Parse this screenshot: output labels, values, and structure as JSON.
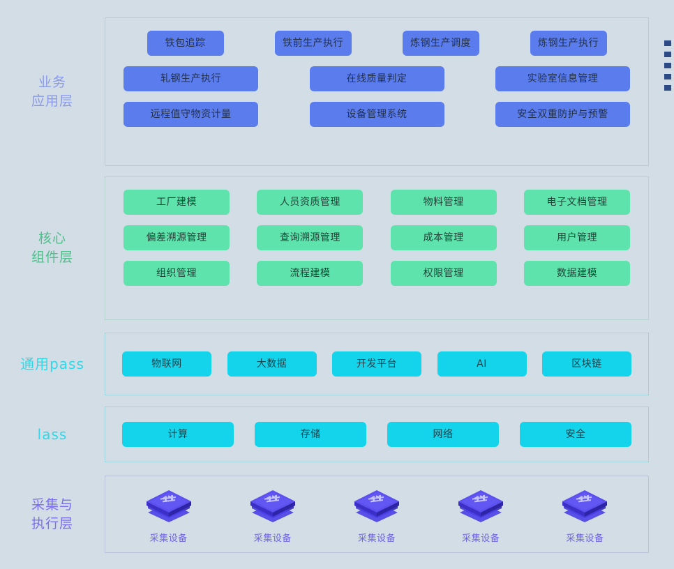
{
  "background_color": "#d3dde5",
  "layers": [
    {
      "id": "business",
      "label": "业务\n应用层",
      "label_color": "#8a9ae8",
      "chip_color": "#5b7ced",
      "rows": [
        [
          "铁包追踪",
          "铁前生产执行",
          "炼钢生产调度",
          "炼钢生产执行"
        ],
        [
          "轧钢生产执行",
          "在线质量判定",
          "实验室信息管理"
        ],
        [
          "远程值守物资计量",
          "设备管理系统",
          "安全双重防护与预警"
        ]
      ]
    },
    {
      "id": "core",
      "label": "核心\n组件层",
      "label_color": "#4cbf8a",
      "chip_color": "#5fe3ad",
      "rows": [
        [
          "工厂建模",
          "人员资质管理",
          "物料管理",
          "电子文档管理"
        ],
        [
          "偏差溯源管理",
          "查询溯源管理",
          "成本管理",
          "用户管理"
        ],
        [
          "组织管理",
          "流程建模",
          "权限管理",
          "数据建模"
        ]
      ]
    },
    {
      "id": "pass",
      "label": "通用pass",
      "label_color": "#2fd8e8",
      "chip_color": "#14d4ec",
      "rows": [
        [
          "物联网",
          "大数据",
          "开发平台",
          "AI",
          "区块链"
        ]
      ]
    },
    {
      "id": "iaas",
      "label": "lass",
      "label_color": "#2fd8e8",
      "chip_color": "#14d4ec",
      "rows": [
        [
          "计算",
          "存储",
          "网络",
          "安全"
        ]
      ]
    },
    {
      "id": "collect",
      "label": "采集与\n执行层",
      "label_color": "#7b6ff0",
      "chip_color": "#4b3fe0",
      "devices": [
        {
          "icon": "cube-device-icon",
          "label": "采集设备"
        },
        {
          "icon": "cube-device-icon",
          "label": "采集设备"
        },
        {
          "icon": "cube-device-icon",
          "label": "采集设备"
        },
        {
          "icon": "cube-device-icon",
          "label": "采集设备"
        },
        {
          "icon": "cube-device-icon",
          "label": "采集设备"
        }
      ]
    }
  ],
  "business": {
    "label": "业务\n应用层",
    "row1": {
      "c0": "铁包追踪",
      "c1": "铁前生产执行",
      "c2": "炼钢生产调度",
      "c3": "炼钢生产执行"
    },
    "row2": {
      "c0": "轧钢生产执行",
      "c1": "在线质量判定",
      "c2": "实验室信息管理"
    },
    "row3": {
      "c0": "远程值守物资计量",
      "c1": "设备管理系统",
      "c2": "安全双重防护与预警"
    }
  },
  "core": {
    "label": "核心\n组件层",
    "row1": {
      "c0": "工厂建模",
      "c1": "人员资质管理",
      "c2": "物料管理",
      "c3": "电子文档管理"
    },
    "row2": {
      "c0": "偏差溯源管理",
      "c1": "查询溯源管理",
      "c2": "成本管理",
      "c3": "用户管理"
    },
    "row3": {
      "c0": "组织管理",
      "c1": "流程建模",
      "c2": "权限管理",
      "c3": "数据建模"
    }
  },
  "pass": {
    "label": "通用pass",
    "row1": {
      "c0": "物联网",
      "c1": "大数据",
      "c2": "开发平台",
      "c3": "AI",
      "c4": "区块链"
    }
  },
  "iaas": {
    "label": "lass",
    "row1": {
      "c0": "计算",
      "c1": "存储",
      "c2": "网络",
      "c3": "安全"
    }
  },
  "collect": {
    "label": "采集与\n执行层",
    "devices": {
      "d0": "采集设备",
      "d1": "采集设备",
      "d2": "采集设备",
      "d3": "采集设备",
      "d4": "采集设备"
    }
  },
  "edge_markers": {
    "count": 5,
    "color": "#2b4a86"
  }
}
